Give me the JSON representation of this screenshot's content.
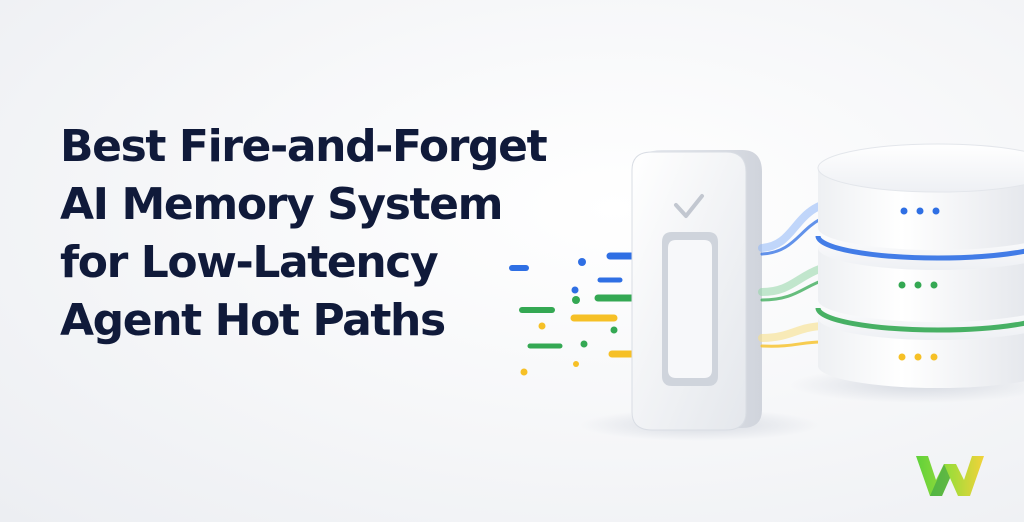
{
  "headline": {
    "line1": "Best Fire-and-Forget",
    "line2": "AI Memory System",
    "line3": "for Low-Latency",
    "line4": "Agent Hot Paths"
  },
  "colors": {
    "headline_text": "#101a3a",
    "accent_blue": "#2f6fe4",
    "accent_green": "#34a853",
    "accent_yellow": "#f6c026",
    "logo_green": "#5fd13a",
    "logo_yellow": "#f2d23a"
  },
  "illustration": {
    "gate_icon": "checkmark-icon",
    "server_tiers": [
      {
        "tier": "top",
        "color": "blue"
      },
      {
        "tier": "middle",
        "color": "green"
      },
      {
        "tier": "bottom",
        "color": "yellow"
      }
    ]
  },
  "logo": {
    "icon": "w-logo-icon"
  }
}
